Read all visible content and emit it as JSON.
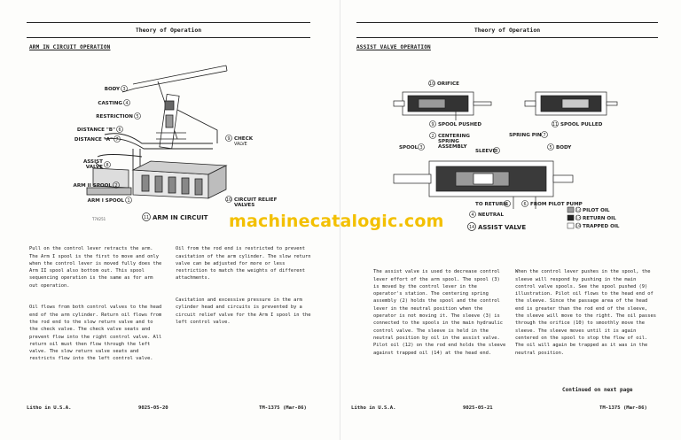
{
  "left_page": {
    "header": "Theory of Operation",
    "section_title": "ARM IN CIRCUIT OPERATION",
    "figure": {
      "labels": {
        "body": "BODY",
        "casting": "CASTING",
        "restriction": "RESTRICTION",
        "distance_b": "DISTANCE \"B\"",
        "distance_a": "DISTANCE \"A\"",
        "assist": "ASSIST",
        "valve": "VALVE",
        "arm2_spool": "ARM II SPOOL",
        "arm1_spool": "ARM I SPOOL",
        "check": "CHECK",
        "check_valve": "VALVE",
        "circuit_relief": "CIRCUIT RELIEF",
        "relief_valves": "VALVES",
        "caption": "ARM IN CIRCUIT",
        "fig_id": "T74251"
      },
      "callouts": {
        "n3": "3",
        "n4": "4",
        "n5": "5",
        "n6": "6",
        "n7": "7",
        "n8": "8",
        "n9": "9",
        "n1": "1",
        "n2": "2",
        "n10": "10",
        "n11": "11"
      }
    },
    "col1": [
      "Pull on the control lever retracts the arm. The Arm I spool is the first to move and only when the control lever is moved fully does the Arm II spool also bottom out. This spool sequencing operation is the same as for arm out operation.",
      "Oil flows from both control valves to the head end of the arm cylinder. Return oil flows from the rod end to the slow return valve and to the check valve. The check valve seats and prevent flow into the right control valve. All return oil must then flow through the left valve. The slow return valve seats and restricts flow into the left control valve."
    ],
    "col2": [
      "Oil from the rod end is restricted to prevent cavitation of the arm cylinder. The slow return valve can be adjusted for more or less restriction to match the weights of different attachments.",
      "Cavitation and excessive pressure in the arm cylinder head and circuits is prevented by a circuit relief valve for the Arm I spool in the left control valve."
    ],
    "footer": {
      "left": "Litho in U.S.A.",
      "center": "9025-05-20",
      "right": "TM-1375 (Mar-86)"
    }
  },
  "right_page": {
    "header": "Theory of Operation",
    "section_title": "ASSIST VALVE OPERATION",
    "figure": {
      "labels": {
        "orifice": "ORIFICE",
        "spool_pushed": "SPOOL PUSHED",
        "spool_pulled": "SPOOL PULLED",
        "centering": "CENTERING",
        "spring": "SPRING",
        "assembly": "ASSEMBLY",
        "spring_pin": "SPRING PIN",
        "spool": "SPOOL",
        "sleeve": "SLEEVE",
        "body": "BODY",
        "to_return": "TO RETURN",
        "from_pilot": "FROM PILOT PUMP",
        "neutral": "NEUTRAL",
        "caption": "ASSIST VALVE",
        "pilot_oil": "PILOT OIL",
        "return_oil": "RETURN OIL",
        "trapped_oil": "TRAPPED OIL"
      },
      "callouts": {
        "n10": "10",
        "n9": "9",
        "n11": "11",
        "n2": "2",
        "n8": "8",
        "n1": "1",
        "n5": "5",
        "n3": "3",
        "n7": "7",
        "n6": "6",
        "n4": "4",
        "n14": "14",
        "n12": "12",
        "n13": "13"
      }
    },
    "col1": [
      "The assist valve is used to decrease control lever effort of the arm spool. The spool (3) is moved by the control lever in the operator's station. The centering spring assembly (2) holds the spool and the control lever in the neutral position when the operator is not moving it. The sleeve (3) is connected to the spools in the main hydraulic control valve. The sleeve is held in the neutral position by oil in the assist valve. Pilot oil (12) on the rod end holds the sleeve against trapped oil (14) at the head end."
    ],
    "col2": [
      "When the control lever pushes in the spool, the sleeve will respond by pushing in the main control valve spools. See the spool pushed (9) illustration. Pilot oil flows to the head end of the sleeve. Since the passage area of the head end is greater than the rod end of the sleeve, the sleeve will move to the right. The oil passes through the orifice (10) to smoothly move the sleeve. The sleeve moves until it is again centered on the spool to stop the flow of oil. The oil will again be trapped as it was in the neutral position."
    ],
    "continued": "Continued on next page",
    "footer": {
      "left": "Litho in U.S.A.",
      "center": "9025-05-21",
      "right": "TM-1375 (Mar-86)"
    }
  },
  "watermark": "machinecatalogic.com",
  "colors": {
    "paper": "#fdfdfb",
    "ink": "#1a1a1a",
    "watermark": "#f3c000"
  }
}
